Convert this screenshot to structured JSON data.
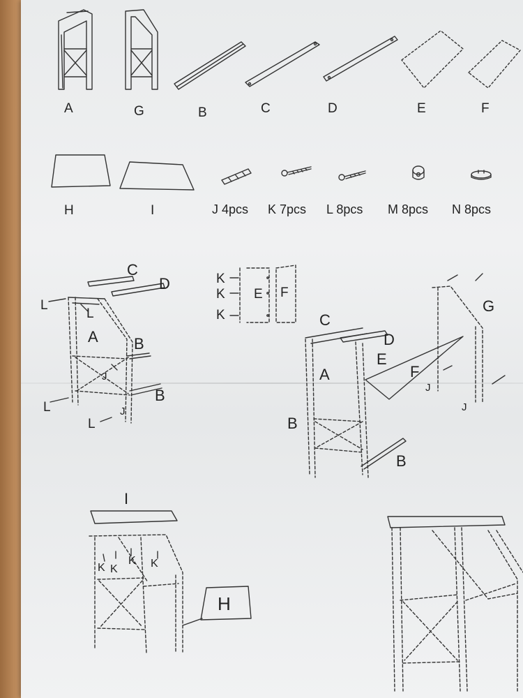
{
  "parts_row1": {
    "a": "A",
    "g": "G",
    "b": "B",
    "c": "C",
    "d": "D",
    "e": "E",
    "f": "F"
  },
  "parts_row2": {
    "h": "H",
    "i": "I",
    "j_qty": "J 4pcs",
    "k_qty": "K 7pcs",
    "l_qty": "L 8pcs",
    "m_qty": "M 8pcs",
    "n_qty": "N 8pcs"
  },
  "step1": {
    "c": "C",
    "d": "D",
    "l_top_left": "L",
    "l_top": "L",
    "a": "A",
    "b_upper": "B",
    "j_mid": "J",
    "l_bottom_left": "L",
    "j_bottom": "J",
    "b_lower": "B",
    "l_bottom": "L"
  },
  "step2": {
    "k1": "K",
    "k2": "K",
    "k3": "K",
    "e": "E",
    "f": "F"
  },
  "step3": {
    "c": "C",
    "d": "D",
    "a": "A",
    "e": "E",
    "f": "F",
    "b_left": "B",
    "b_bottom": "B",
    "g": "G",
    "j_left": "J",
    "j_right": "J"
  },
  "step4": {
    "i": "I",
    "k1": "K",
    "k2": "K",
    "k3": "K",
    "k4": "K",
    "h": "H"
  },
  "colors": {
    "paper": "#eceeef",
    "ink": "#2a2a2a",
    "table": "#b88a5c"
  }
}
